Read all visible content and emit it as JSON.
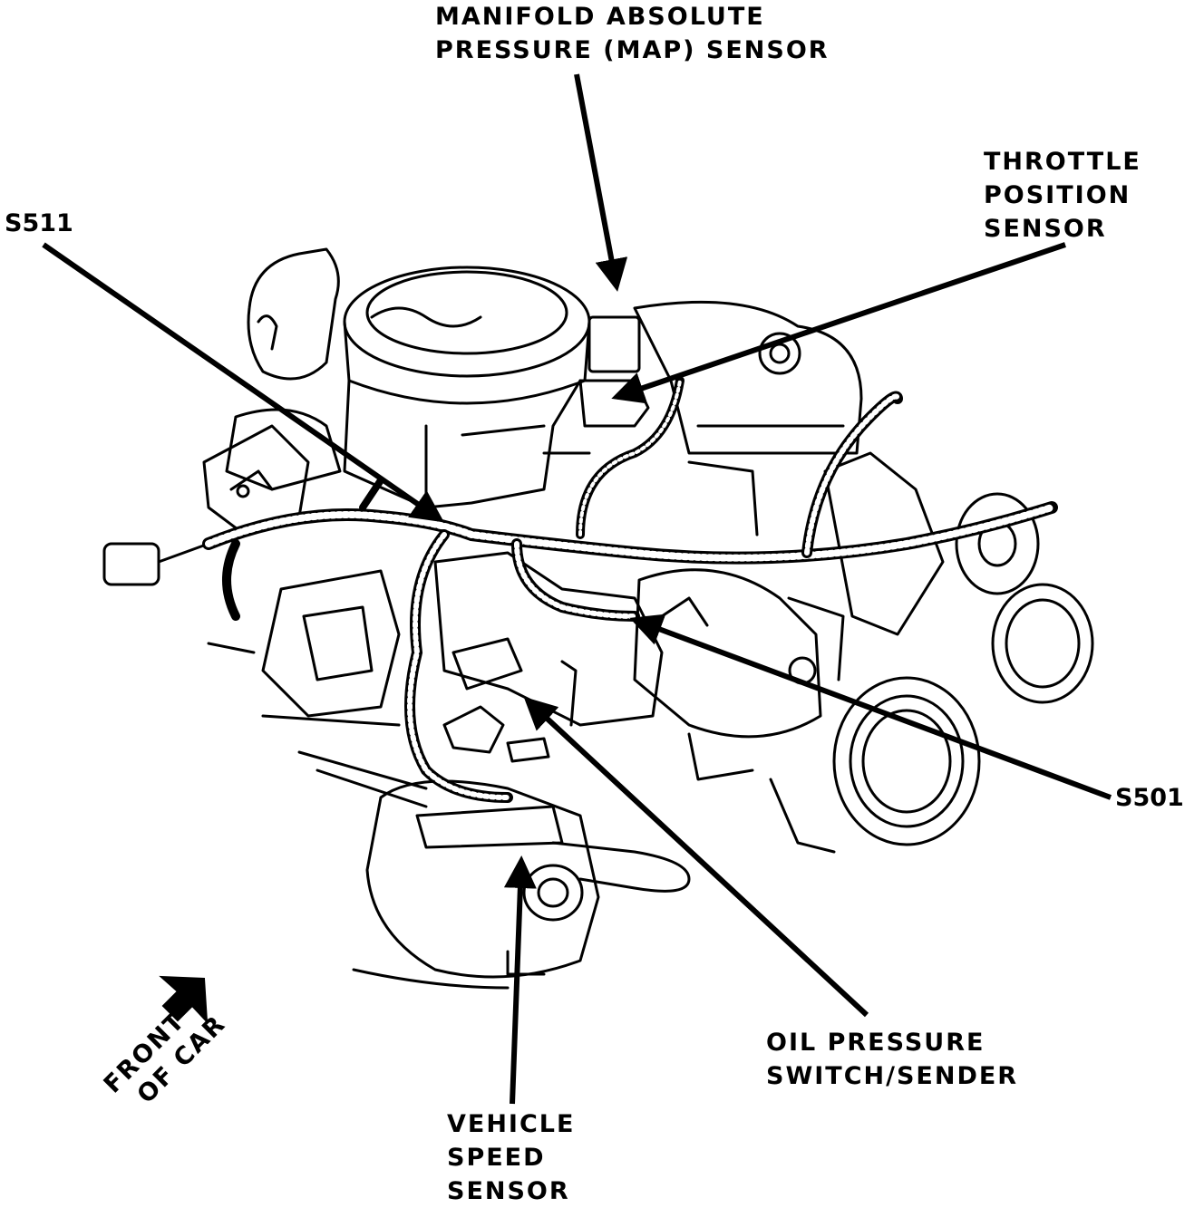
{
  "labels": {
    "map_line1": "MANIFOLD ABSOLUTE",
    "map_line2": "PRESSURE (MAP) SENSOR",
    "tps_line1": "THROTTLE",
    "tps_line2": "POSITION",
    "tps_line3": "SENSOR",
    "s511": "S511",
    "s501": "S501",
    "oil_line1": "OIL PRESSURE",
    "oil_line2": "SWITCH/SENDER",
    "vss_line1": "VEHICLE",
    "vss_line2": "SPEED",
    "vss_line3": "SENSOR",
    "front_line1": "FRONT",
    "front_line2": "OF CAR"
  },
  "colors": {
    "ink": "#000000",
    "paper": "#ffffff"
  }
}
